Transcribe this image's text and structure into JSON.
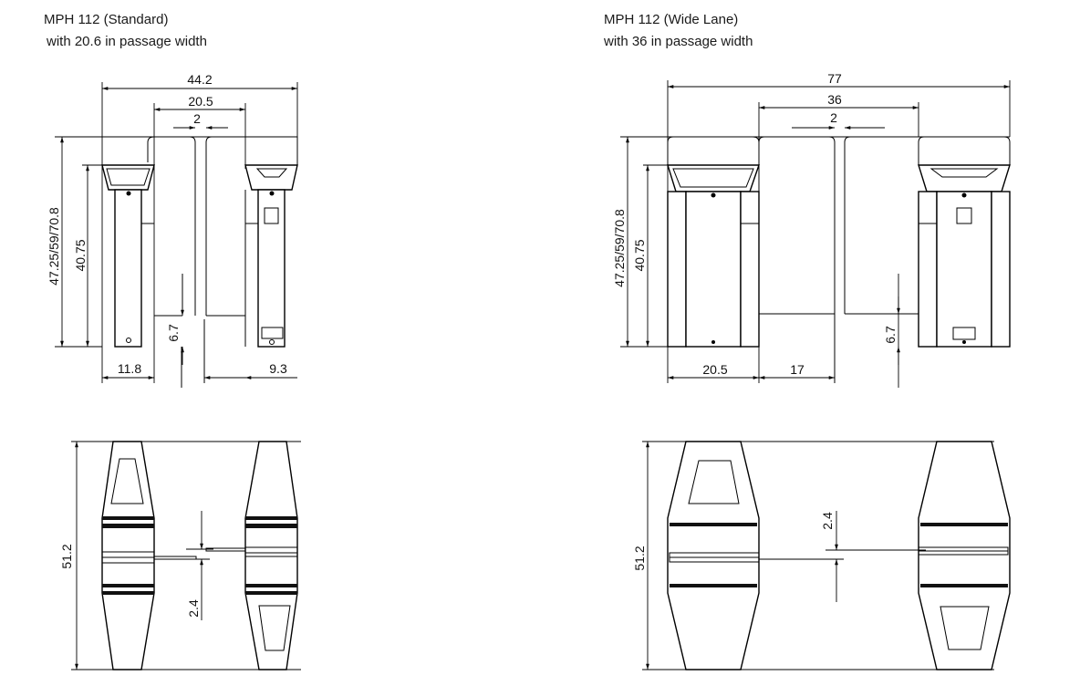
{
  "diagrams": [
    {
      "title_line1": "MPH 112 (Standard)",
      "title_line2": "with 20.6 in passage width",
      "dims": {
        "overall_width": "44.2",
        "passage_width": "20.5",
        "gap": "2",
        "height_options": "47.25/59/70.8",
        "cabinet_height": "40.75",
        "bottom_offset": "6.7",
        "left_cabinet_width": "11.8",
        "right_offset": "9.3",
        "plan_depth": "51.2",
        "plan_gap": "2.4"
      }
    },
    {
      "title_line1": "MPH 112 (Wide Lane)",
      "title_line2": "with 36 in passage width",
      "dims": {
        "overall_width": "77",
        "passage_width": "36",
        "gap": "2",
        "height_options": "47.25/59/70.8",
        "cabinet_height": "40.75",
        "bottom_offset": "6.7",
        "left_cabinet_width": "20.5",
        "panel_width": "17",
        "plan_depth": "51.2",
        "plan_gap": "2.4"
      }
    }
  ]
}
